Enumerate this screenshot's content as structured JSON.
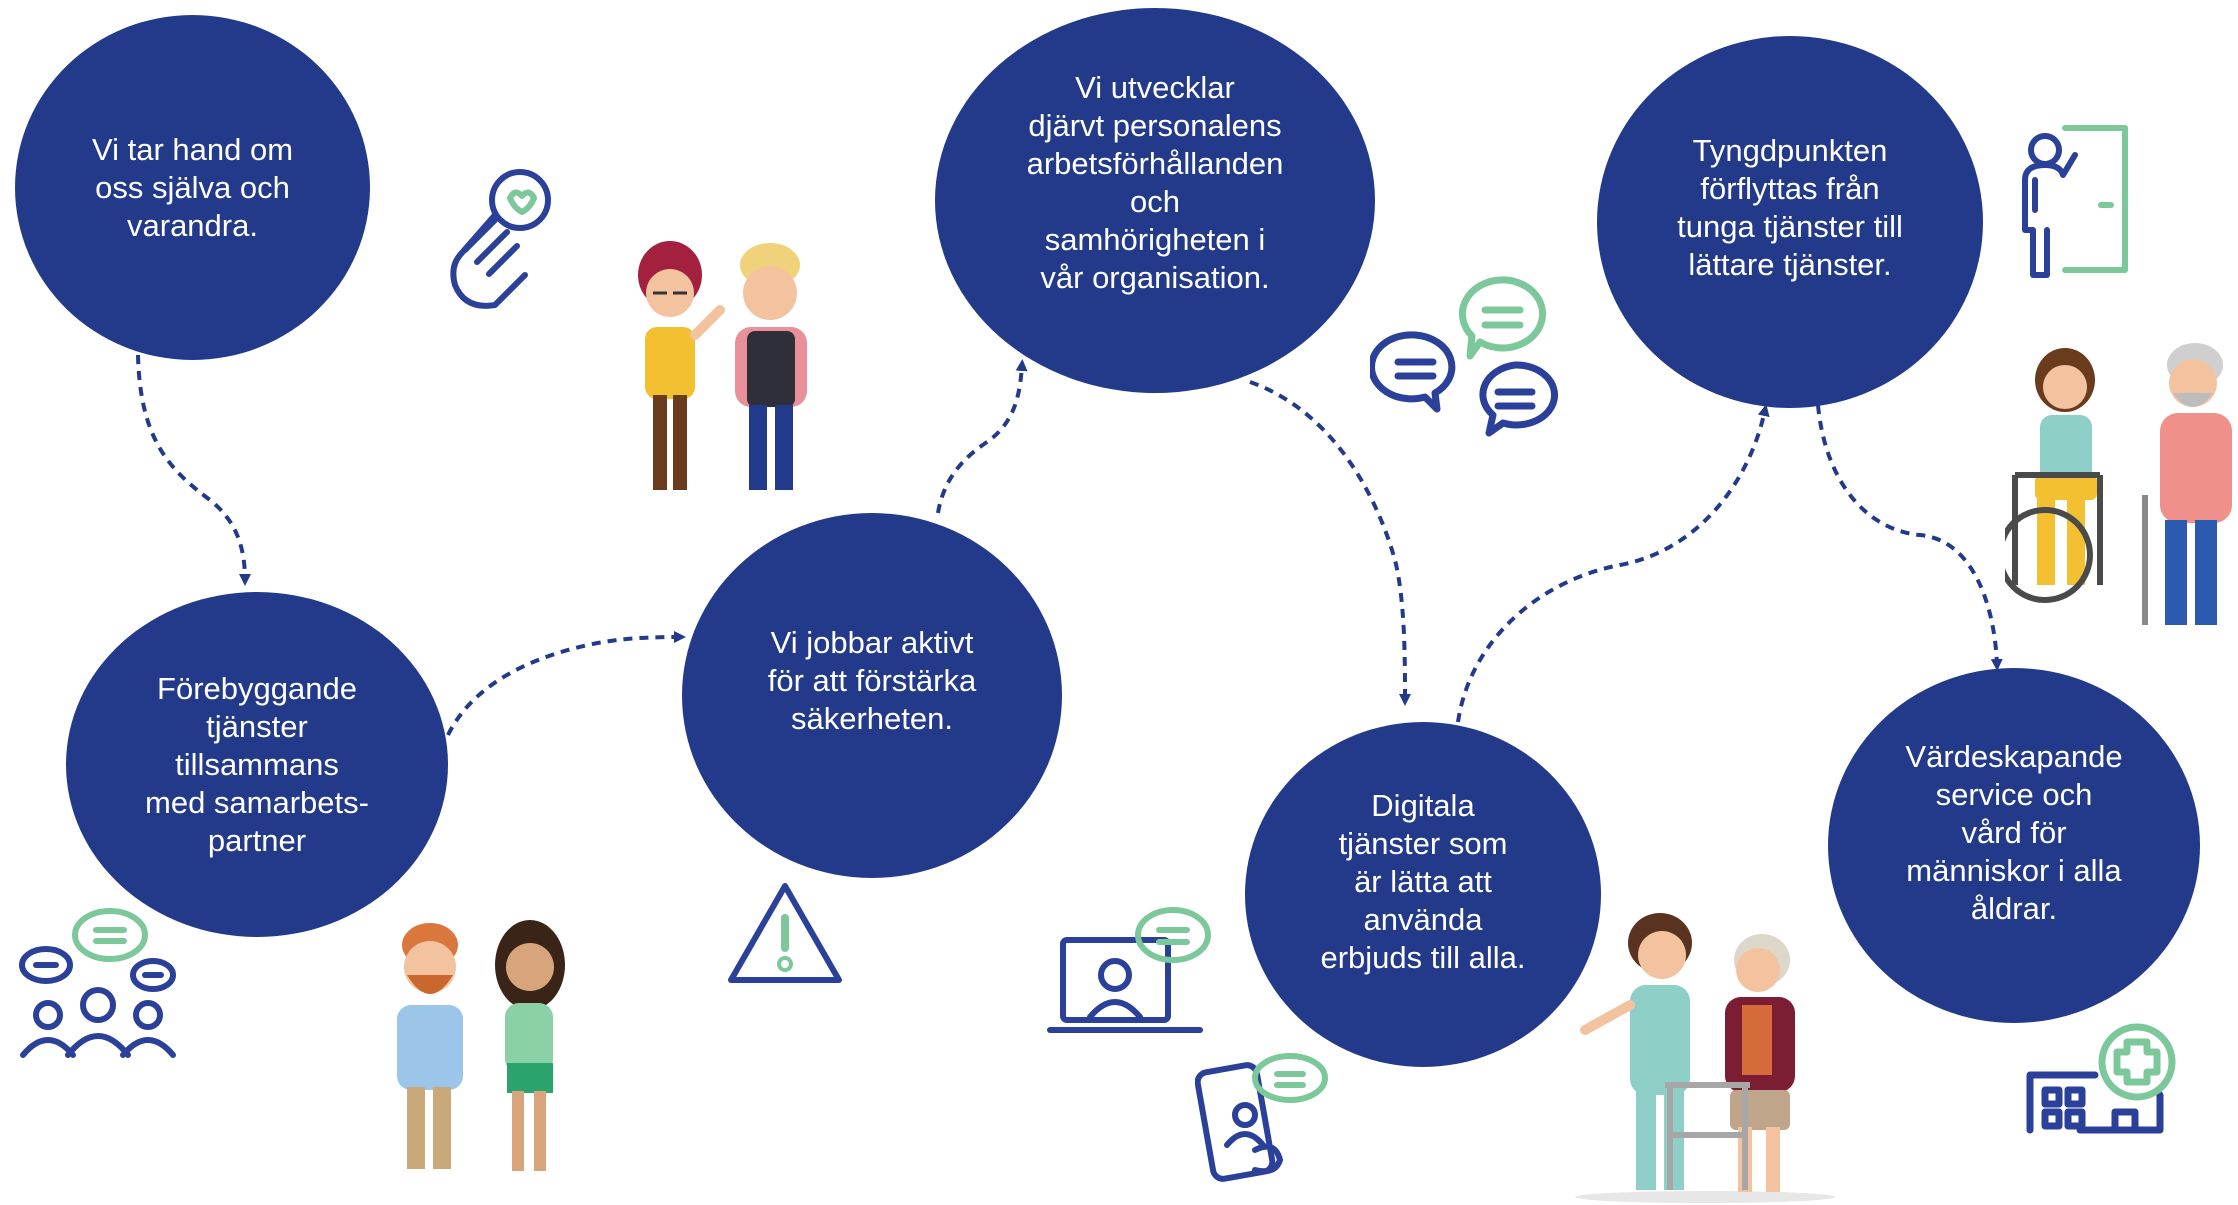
{
  "colors": {
    "node_fill": "#233a8b",
    "node_text": "#ffffff",
    "icon_blue": "#2b4199",
    "icon_green": "#7cc89a",
    "connector": "#233a8b"
  },
  "nodes": [
    {
      "id": "n1",
      "lines": [
        "Vi tar hand om",
        "oss själva och",
        "varandra."
      ]
    },
    {
      "id": "n2",
      "lines": [
        "Förebyggande",
        "tjänster",
        "tillsammans",
        "med samarbets-",
        "partner"
      ]
    },
    {
      "id": "n3",
      "lines": [
        "Vi jobbar aktivt",
        "för att förstärka",
        "säkerheten."
      ]
    },
    {
      "id": "n4",
      "lines": [
        "Vi utvecklar",
        "djärvt personalens",
        "arbetsförhållanden",
        "och",
        "samhörigheten i",
        "vår organisation."
      ]
    },
    {
      "id": "n5",
      "lines": [
        "Digitala",
        "tjänster som",
        "är lätta att",
        "använda",
        "erbjuds till alla."
      ]
    },
    {
      "id": "n6",
      "lines": [
        "Tyngdpunkten",
        "förflyttas från",
        "tunga tjänster till",
        "lättare tjänster."
      ]
    },
    {
      "id": "n7",
      "lines": [
        "Värdeskapande",
        "service och",
        "vård för",
        "människor i alla",
        "åldrar."
      ]
    }
  ],
  "icons": [
    "heart-hand-icon",
    "people-chat-icon",
    "warning-icon",
    "chat-bubbles-icon",
    "video-call-laptop-icon",
    "phone-chat-icon",
    "person-door-icon",
    "hospital-icon"
  ],
  "illustrations": [
    "woman-man-couple-illustration",
    "bearded-man-woman-illustration",
    "caregiver-elderly-walker-illustration",
    "wheelchair-elderly-man-illustration"
  ]
}
